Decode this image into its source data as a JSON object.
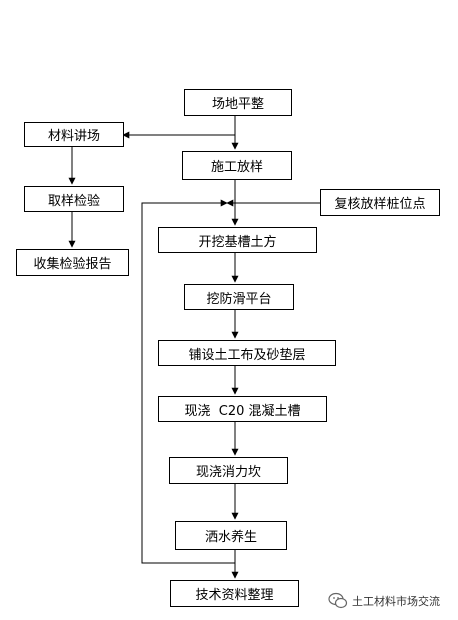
{
  "flowchart": {
    "main_steps": [
      "场地平整",
      "施工放样",
      "开挖基槽土方",
      "挖防滑平台",
      "铺设土工布及砂垫层",
      "现浇  C20 混凝土槽",
      "现浇消力坎",
      "洒水养生",
      "技术资料整理"
    ],
    "side_steps": [
      "材料讲场",
      "取样检验",
      "收集检验报告"
    ],
    "recheck": "复核放样桩位点"
  },
  "watermark": {
    "text": "土工材料市场交流",
    "icon": "wechat-icon"
  }
}
